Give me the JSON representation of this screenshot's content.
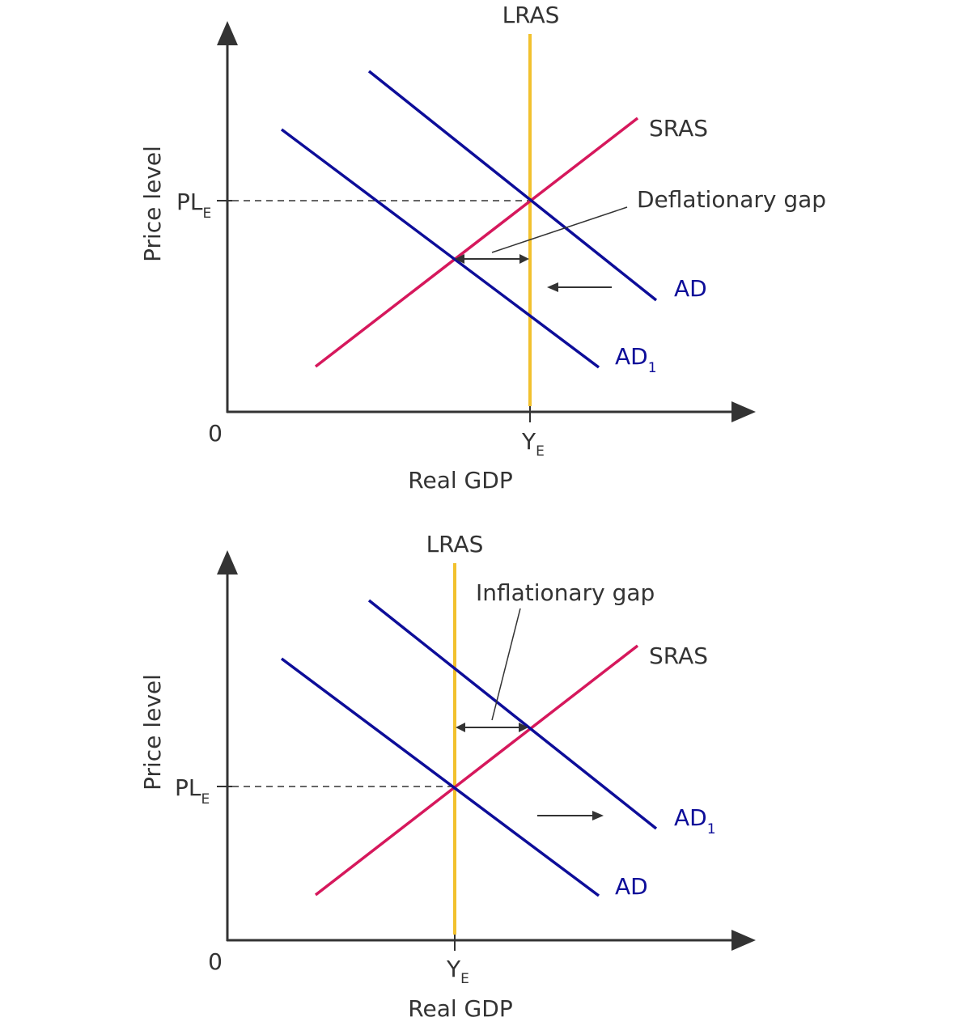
{
  "colors": {
    "axis": "#333333",
    "ad": "#0d0d99",
    "sras": "#d6185c",
    "lras": "#f2c12e",
    "text": "#333333"
  },
  "top": {
    "lras_label": "LRAS",
    "sras_label": "SRAS",
    "ad_label": "AD",
    "ad1_label": "AD",
    "ad1_sub": "1",
    "gap_label": "Deflationary gap",
    "pl_label": "PL",
    "pl_sub": "E",
    "y_label": "Y",
    "y_sub": "E",
    "origin": "0",
    "xlabel": "Real GDP",
    "ylabel": "Price level"
  },
  "bottom": {
    "lras_label": "LRAS",
    "sras_label": "SRAS",
    "ad_label": "AD",
    "ad1_label": "AD",
    "ad1_sub": "1",
    "gap_label": "Inflationary gap",
    "pl_label": "PL",
    "pl_sub": "E",
    "y_label": "Y",
    "y_sub": "E",
    "origin": "0",
    "xlabel": "Real GDP",
    "ylabel": "Price level"
  }
}
